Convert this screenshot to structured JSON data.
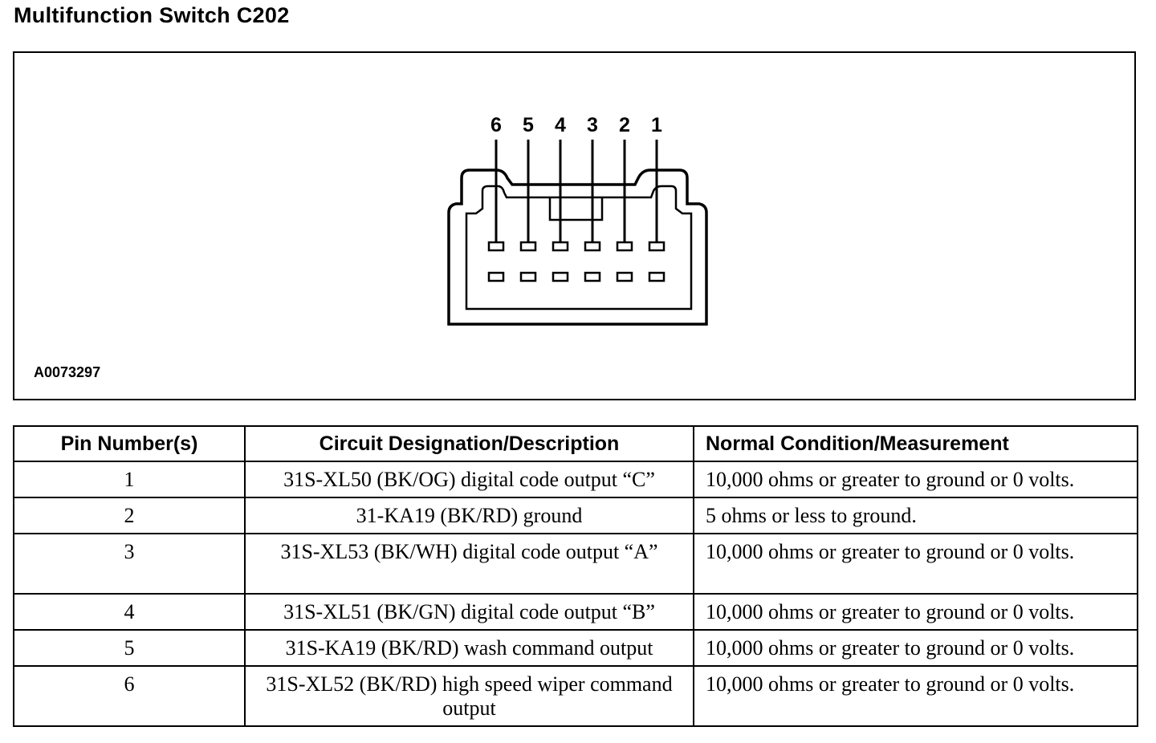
{
  "title": "Multifunction Switch C202",
  "figure": {
    "figure_id": "A0073297",
    "pin_labels": [
      "6",
      "5",
      "4",
      "3",
      "2",
      "1"
    ]
  },
  "table": {
    "headers": {
      "pin": "Pin Number(s)",
      "circuit": "Circuit Designation/Description",
      "condition": "Normal Condition/Measurement"
    },
    "rows": [
      {
        "pin": "1",
        "circuit": "31S-XL50 (BK/OG) digital code output “C”",
        "condition": "10,000 ohms or greater to ground or 0 volts."
      },
      {
        "pin": "2",
        "circuit": "31-KA19 (BK/RD) ground",
        "condition": "5 ohms or less to ground."
      },
      {
        "pin": "3",
        "circuit": "31S-XL53 (BK/WH) digital code output “A”",
        "condition": "10,000 ohms or greater to ground or 0 volts."
      },
      {
        "pin": "4",
        "circuit": "31S-XL51 (BK/GN) digital code output “B”",
        "condition": "10,000 ohms or greater to ground or 0 volts."
      },
      {
        "pin": "5",
        "circuit": "31S-KA19 (BK/RD) wash command output",
        "condition": "10,000 ohms or greater to ground or 0 volts."
      },
      {
        "pin": "6",
        "circuit": "31S-XL52 (BK/RD) high speed wiper command output",
        "condition": "10,000 ohms or greater to ground or 0 volts."
      }
    ]
  }
}
